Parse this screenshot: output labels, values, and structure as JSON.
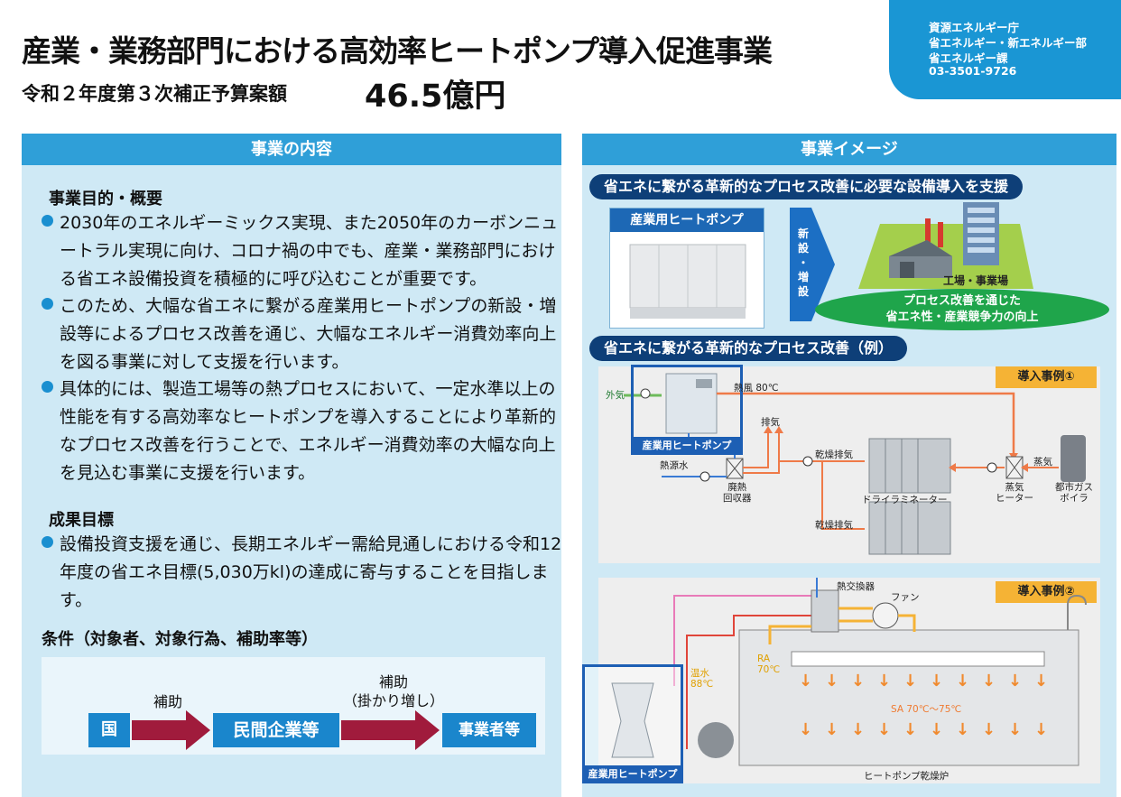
{
  "header": {
    "title": "産業・業務部門における高効率ヒートポンプ導入促進事業",
    "budget_label": "令和２年度第３次補正予算案額",
    "budget_amount": "46.5億円"
  },
  "agency": {
    "line1": "資源エネルギー庁",
    "line2": "省エネルギー・新エネルギー部",
    "line3": "省エネルギー課",
    "phone": "03-3501-9726"
  },
  "left": {
    "heading": "事業の内容",
    "purpose_heading": "事業目的・概要",
    "bullets": [
      "2030年のエネルギーミックス実現、また2050年のカーボンニュートラル実現に向け、コロナ禍の中でも、産業・業務部門における省エネ設備投資を積極的に呼び込むことが重要です。",
      "このため、大幅な省エネに繋がる産業用ヒートポンプの新設・増設等によるプロセス改善を通じ、大幅なエネルギー消費効率向上を図る事業に対して支援を行います。",
      "具体的には、製造工場等の熱プロセスにおいて、一定水準以上の性能を有する高効率なヒートポンプを導入することにより革新的なプロセス改善を行うことで、エネルギー消費効率の大幅な向上を見込む事業に支援を行います。"
    ],
    "goal_heading": "成果目標",
    "goal_bullet": "設備投資支援を通じ、長期エネルギー需給見通しにおける令和12年度の省エネ目標(5,030万kl)の達成に寄与することを目指します。",
    "conditions_heading": "条件（対象者、対象行為、補助率等）",
    "flow": {
      "node1": "国",
      "node2": "民間企業等",
      "node3": "事業者等",
      "arrow1_label": "補助",
      "arrow2_label_line1": "補助",
      "arrow2_label_line2": "（掛かり増し）"
    }
  },
  "right": {
    "heading": "事業イメージ",
    "banner1": "省エネに繋がる革新的なプロセス改善に必要な設備導入を支援",
    "hp_box_title": "産業用ヒートポンプ",
    "arrow_text": [
      "新",
      "設",
      "・",
      "増",
      "設"
    ],
    "factory_label": "工場・事業場",
    "ellipse_line1": "プロセス改善を通じた",
    "ellipse_line2": "省エネ性・産業競争力の向上",
    "banner2": "省エネに繋がる革新的なプロセス改善（例）",
    "case1": {
      "tag": "導入事例①",
      "hp_label": "産業用ヒートポンプ",
      "labels": {
        "outside_air": "外気",
        "hot_air": "熱風 80℃",
        "exhaust": "排気",
        "dry_exhaust1": "乾燥排気",
        "dry_exhaust2": "乾燥排気",
        "heat_source_water": "熱源水",
        "heat_recovery": "廃熱\n回収器",
        "dry_laminator": "ドライラミネーター",
        "steam": "蒸気",
        "steam_heater": "蒸気\nヒーター",
        "gas_boiler": "都市ガス\nボイラ"
      }
    },
    "case2": {
      "tag": "導入事例②",
      "hp_label": "産業用ヒートポンプ",
      "labels": {
        "heat_exchanger": "熱交換器",
        "fan": "ファン",
        "ra": "RA\n70℃",
        "warm_water": "温水\n88℃",
        "sa": "SA 70℃～75℃",
        "dryer": "ヒートポンプ乾燥炉"
      }
    }
  }
}
